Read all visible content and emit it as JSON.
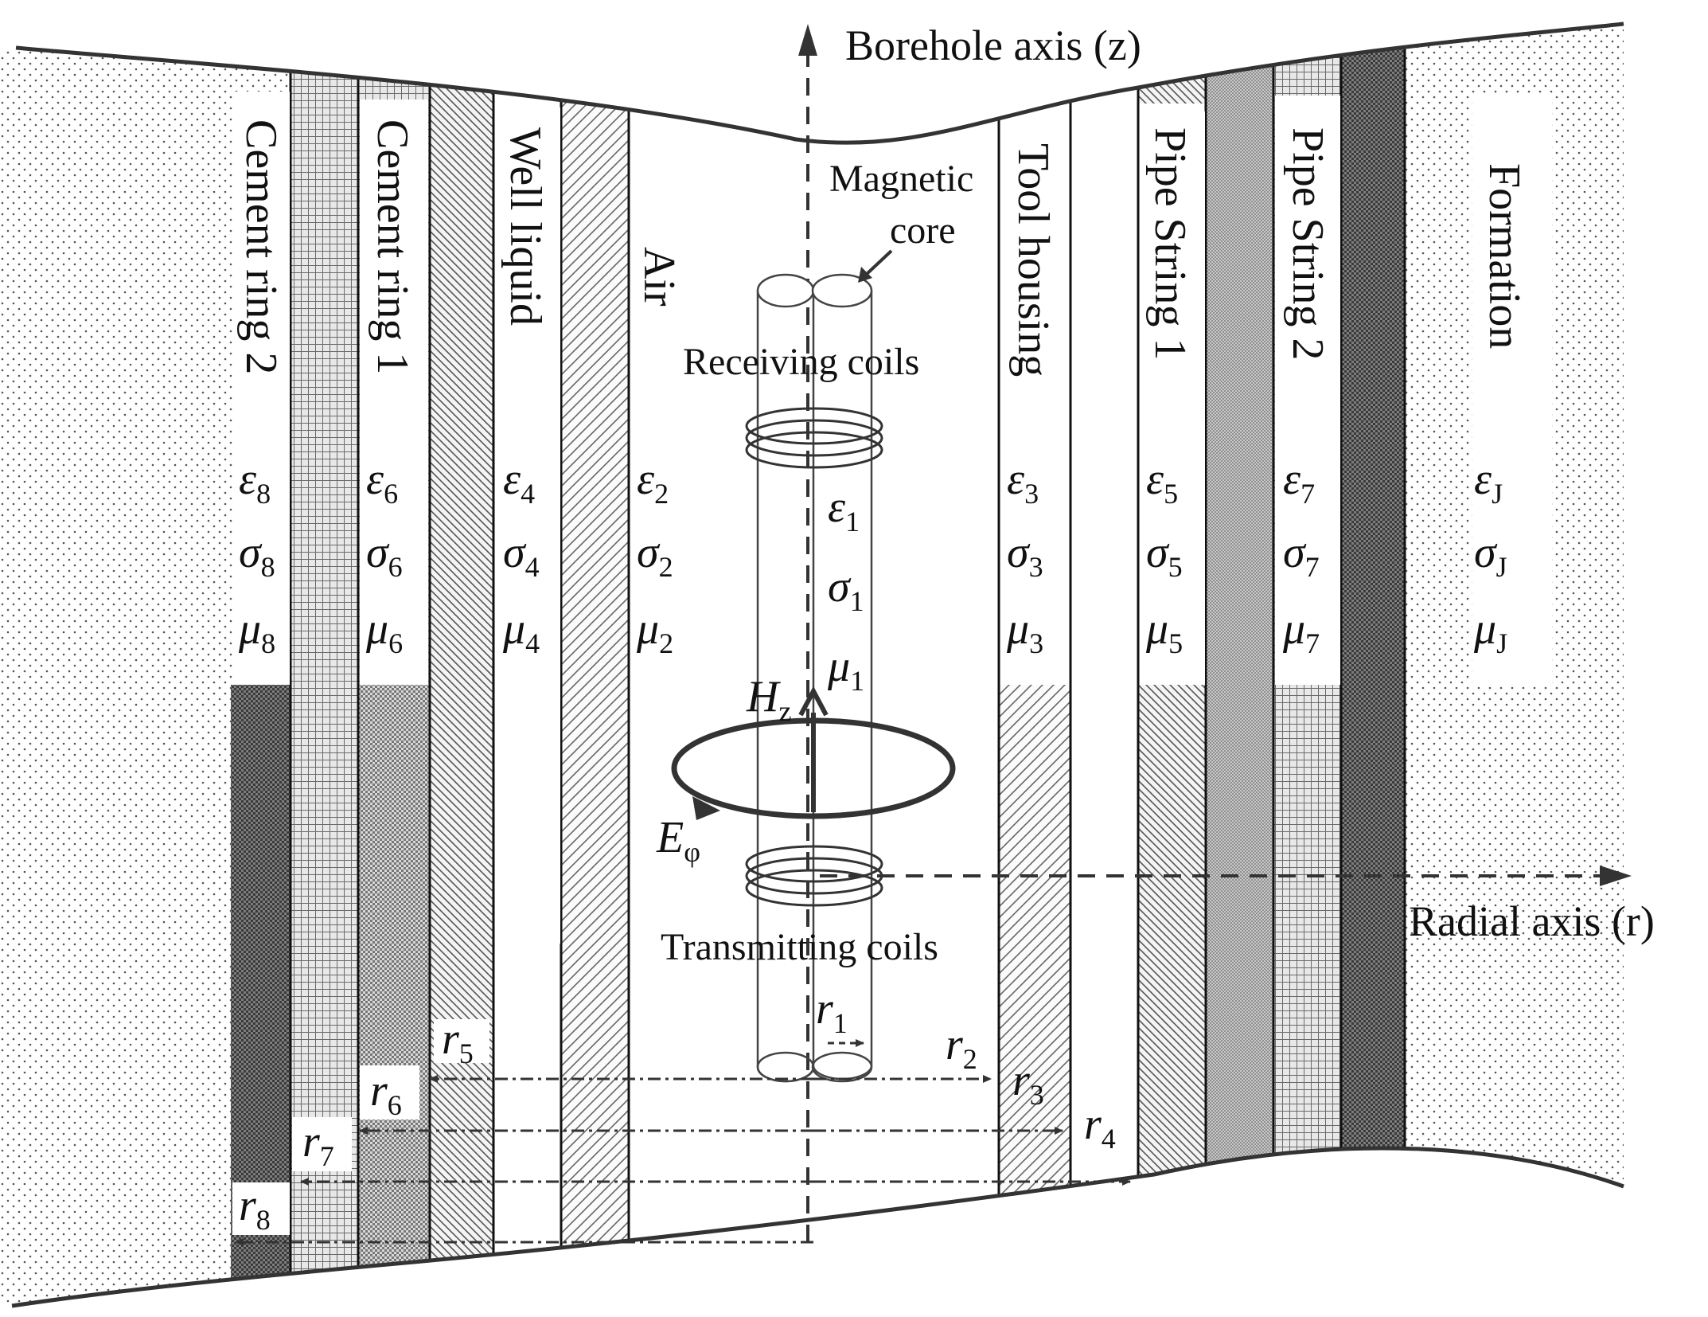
{
  "axes": {
    "borehole": "Borehole axis (z)",
    "radial": "Radial axis (r)"
  },
  "layers": [
    {
      "name": "Cement ring 2",
      "eps": "ε",
      "sig": "σ",
      "mu": "μ",
      "sub": "8"
    },
    {
      "name": "Cement ring 1",
      "eps": "ε",
      "sig": "σ",
      "mu": "μ",
      "sub": "6"
    },
    {
      "name": "Well liquid",
      "eps": "ε",
      "sig": "σ",
      "mu": "μ",
      "sub": "4"
    },
    {
      "name": "Air",
      "eps": "ε",
      "sig": "σ",
      "mu": "μ",
      "sub": "2"
    },
    {
      "name": "Tool housing",
      "eps": "ε",
      "sig": "σ",
      "mu": "μ",
      "sub": "3"
    },
    {
      "name": "Pipe String 1",
      "eps": "ε",
      "sig": "σ",
      "mu": "μ",
      "sub": "5"
    },
    {
      "name": "Pipe String 2",
      "eps": "ε",
      "sig": "σ",
      "mu": "μ",
      "sub": "7"
    },
    {
      "name": "Formation",
      "eps": "ε",
      "sig": "σ",
      "mu": "μ",
      "sub": "J"
    }
  ],
  "core": {
    "eps": "ε",
    "sig": "σ",
    "mu": "μ",
    "sub": "1"
  },
  "labels": {
    "magnetic_core_1": "Magnetic",
    "magnetic_core_2": "core",
    "receiving": "Receiving coils",
    "transmitting": "Transmitting coils",
    "hz": "H",
    "hz_sub": "z",
    "ephi": "E",
    "ephi_sub": "φ"
  },
  "radii": [
    {
      "sym": "r",
      "sub": "1"
    },
    {
      "sym": "r",
      "sub": "2"
    },
    {
      "sym": "r",
      "sub": "3"
    },
    {
      "sym": "r",
      "sub": "4"
    },
    {
      "sym": "r",
      "sub": "5"
    },
    {
      "sym": "r",
      "sub": "6"
    },
    {
      "sym": "r",
      "sub": "7"
    },
    {
      "sym": "r",
      "sub": "8"
    }
  ]
}
